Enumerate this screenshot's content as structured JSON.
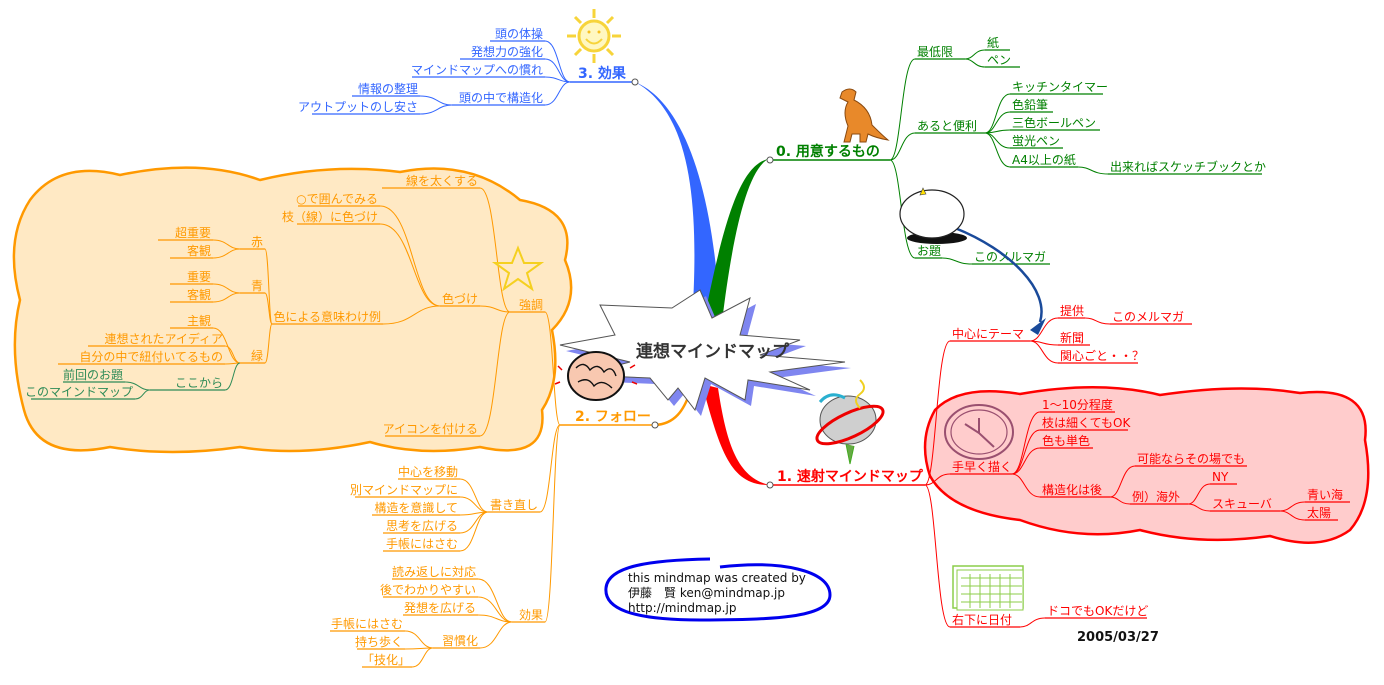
{
  "center_title": "連想マインドマップ",
  "colors": {
    "effect": "#3366ff",
    "prep": "#008000",
    "quick": "#ff0000",
    "follow": "#ff9900",
    "sub_green": "#2e8b57"
  },
  "branches": {
    "effect": {
      "label": "3. 効果",
      "children": [
        {
          "label": "頭の体操"
        },
        {
          "label": "発想力の強化"
        },
        {
          "label": "マインドマップへの慣れ"
        },
        {
          "label": "頭の中で構造化",
          "children": [
            {
              "label": "情報の整理"
            },
            {
              "label": "アウトプットのし安さ"
            }
          ]
        }
      ]
    },
    "prep": {
      "label": "0. 用意するもの",
      "children": [
        {
          "label": "最低限",
          "children": [
            {
              "label": "紙"
            },
            {
              "label": "ペン"
            }
          ]
        },
        {
          "label": "あると便利",
          "children": [
            {
              "label": "キッチンタイマー"
            },
            {
              "label": "色鉛筆"
            },
            {
              "label": "三色ボールペン"
            },
            {
              "label": "蛍光ペン"
            },
            {
              "label": "A4以上の紙",
              "children": [
                {
                  "label": "出来ればスケッチブックとか"
                }
              ]
            }
          ]
        },
        {
          "label": "お題",
          "children": [
            {
              "label": "このメルマガ"
            }
          ]
        }
      ]
    },
    "quick": {
      "label": "1. 速射マインドマップ",
      "date": "2005/03/27",
      "children": [
        {
          "label": "中心にテーマ",
          "children": [
            {
              "label": "提供",
              "children": [
                {
                  "label": "このメルマガ"
                }
              ]
            },
            {
              "label": "新聞"
            },
            {
              "label": "関心ごと・・？"
            }
          ]
        },
        {
          "label": "手早く描く",
          "children": [
            {
              "label": "1～10分程度"
            },
            {
              "label": "枝は細くてもOK"
            },
            {
              "label": "色も単色"
            },
            {
              "label": "構造化は後",
              "children": [
                {
                  "label": "可能ならその場でも"
                },
                {
                  "label": "例）海外",
                  "children": [
                    {
                      "label": "NY"
                    },
                    {
                      "label": "スキューバ",
                      "children": [
                        {
                          "label": "青い海"
                        },
                        {
                          "label": "太陽"
                        }
                      ]
                    }
                  ]
                }
              ]
            }
          ]
        },
        {
          "label": "右下に日付",
          "children": [
            {
              "label": "ドコでもOKだけど"
            }
          ]
        }
      ]
    },
    "follow": {
      "label": "2. フォロー",
      "children": [
        {
          "label": "強調",
          "children": [
            {
              "label": "線を太くする"
            },
            {
              "label": "色づけ",
              "children": [
                {
                  "label": "○で囲んでみる"
                },
                {
                  "label": "枝（線）に色づけ"
                },
                {
                  "label": "色による意味わけ例",
                  "children": [
                    {
                      "label": "赤",
                      "children": [
                        {
                          "label": "超重要"
                        },
                        {
                          "label": "客観"
                        }
                      ]
                    },
                    {
                      "label": "青",
                      "children": [
                        {
                          "label": "重要"
                        },
                        {
                          "label": "客観"
                        }
                      ]
                    },
                    {
                      "label": "緑",
                      "children": [
                        {
                          "label": "主観"
                        },
                        {
                          "label": "連想されたアイディア"
                        },
                        {
                          "label": "自分の中で紐付いてるもの"
                        },
                        {
                          "label": "ここから",
                          "children": [
                            {
                              "label": "前回のお題"
                            },
                            {
                              "label": "このマインドマップ"
                            }
                          ]
                        }
                      ]
                    }
                  ]
                }
              ]
            },
            {
              "label": "アイコンを付ける"
            }
          ]
        },
        {
          "label": "書き直し",
          "children": [
            {
              "label": "中心を移動"
            },
            {
              "label": "別マインドマップに"
            },
            {
              "label": "構造を意識して"
            },
            {
              "label": "思考を広げる"
            },
            {
              "label": "手帳にはさむ"
            }
          ]
        },
        {
          "label": "効果",
          "children": [
            {
              "label": "読み返しに対応"
            },
            {
              "label": "後でわかりやすい"
            },
            {
              "label": "発想を広げる"
            },
            {
              "label": "習慣化",
              "children": [
                {
                  "label": "手帳にはさむ"
                },
                {
                  "label": "持ち歩く"
                },
                {
                  "label": "「技化」"
                }
              ]
            }
          ]
        }
      ]
    }
  },
  "credit": {
    "lines": [
      "this mindmap was created by",
      "伊藤　賢 ken@mindmap.jp",
      "http://mindmap.jp"
    ]
  }
}
